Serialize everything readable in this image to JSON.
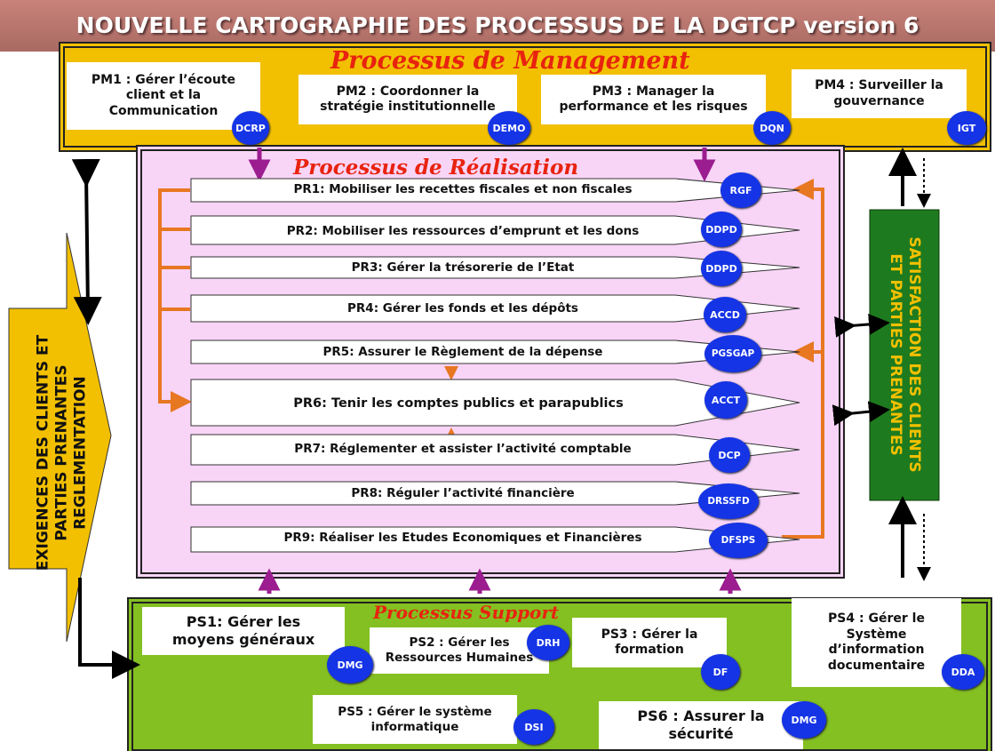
{
  "title": "NOUVELLE CARTOGRAPHIE  DES PROCESSUS  DE LA DGTCP  version 6",
  "management": {
    "title": "Processus de Management",
    "items": [
      {
        "label": "PM1 : Gérer l’écoute client et la Communication",
        "badge": "DCRP"
      },
      {
        "label": "PM2 : Coordonner la stratégie institutionnelle",
        "badge": "DEMO"
      },
      {
        "label": "PM3 : Manager la performance  et les risques",
        "badge": "DQN"
      },
      {
        "label": "PM4 : Surveiller la gouvernance",
        "badge": "IGT"
      }
    ]
  },
  "realisation": {
    "title": "Processus de Réalisation",
    "items": [
      {
        "label": "PR1: Mobiliser les recettes fiscales et non fiscales",
        "badge": "RGF"
      },
      {
        "label": "PR2: Mobiliser les ressources d’emprunt et les dons",
        "badge": "DDPD"
      },
      {
        "label": "PR3: Gérer la trésorerie de l’Etat",
        "badge": "DDPD"
      },
      {
        "label": "PR4: Gérer les fonds et les dépôts",
        "badge": "ACCD"
      },
      {
        "label": "PR5: Assurer le Règlement de la dépense",
        "badge": "PGSGAP"
      },
      {
        "label": "PR6: Tenir les comptes publics et parapublics",
        "badge": "ACCT"
      },
      {
        "label": "PR7: Réglementer et assister l’activité comptable",
        "badge": "DCP"
      },
      {
        "label": "PR8: Réguler l’activité financière",
        "badge": "DRSSFD"
      },
      {
        "label": "PR9: Réaliser les Etudes Economiques et Financières",
        "badge": "DFSPS"
      }
    ]
  },
  "support": {
    "title": "Processus Support",
    "items": [
      {
        "label": "PS1: Gérer  les moyens généraux",
        "badge": "DMG"
      },
      {
        "label": "PS2 : Gérer  les Ressources Humaines",
        "badge": "DRH"
      },
      {
        "label": "PS3 : Gérer la formation",
        "badge": "DF"
      },
      {
        "label": "PS4 : Gérer le Système d’information documentaire",
        "badge": "DDA"
      },
      {
        "label": "PS5 : Gérer le système informatique",
        "badge": "DSI"
      },
      {
        "label": "PS6 : Assurer la sécurité",
        "badge": "DMG"
      }
    ]
  },
  "left_panel": {
    "line1": "EXIGENCES DES CLIENTS ET",
    "line2": "PARTIES PRENANTES",
    "line3": "REGLEMENTATION"
  },
  "right_panel": {
    "line1": "SATISFACTION  DES CLIENTS",
    "line2": "ET  PARTIES PRENANTES"
  },
  "colors": {
    "management": "#f2c000",
    "realisation": "#f8d5f7",
    "support": "#84c021",
    "badge": "#1534e6",
    "section_title": "#e8230f",
    "orange_arrow": "#e87722",
    "purple_arrow": "#9b1d8f",
    "satisfaction_box": "#1e7a1e"
  }
}
